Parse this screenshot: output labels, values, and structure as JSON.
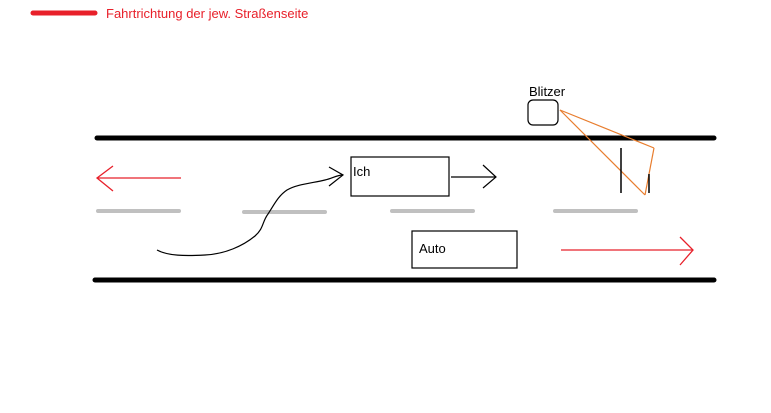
{
  "legend": {
    "label": "Fahrtrichtung der jew. Straßenseite",
    "color": "#e8202a"
  },
  "labels": {
    "speed_camera": "Blitzer",
    "me": "Ich",
    "car": "Auto"
  },
  "colors": {
    "road_edge": "#000000",
    "lane_marking": "#c0c0c0",
    "direction_arrow": "#e8202a",
    "camera_beam": "#e87d2e",
    "path": "#000000"
  },
  "icons": {
    "direction_left": "arrow-left-icon",
    "direction_right": "arrow-right-icon",
    "camera": "speed-camera-icon"
  }
}
